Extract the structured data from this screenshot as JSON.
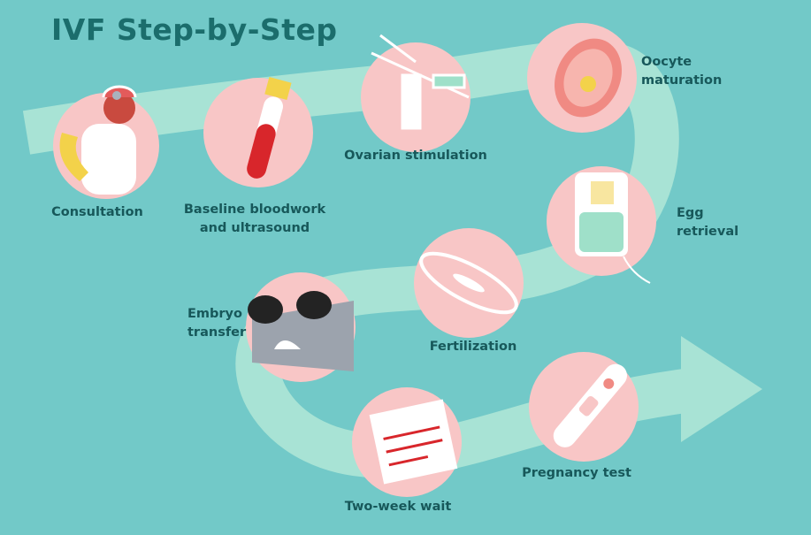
{
  "title": "IVF Step-by-Step",
  "colors": {
    "background": "#72c9c8",
    "path": "#a8e3d5",
    "circle": "#f8c6c6",
    "title": "#1b6d6c",
    "label": "#17585a"
  },
  "steps": [
    {
      "label": "Consultation",
      "icon": "doctor-phone-icon"
    },
    {
      "label_line1": "Baseline bloodwork",
      "label_line2": "and ultrasound",
      "icon": "blood-tube-icon"
    },
    {
      "label": "Ovarian stimulation",
      "icon": "syringe-icon"
    },
    {
      "label_line1": "Oocyte",
      "label_line2": "maturation",
      "icon": "oocyte-icon"
    },
    {
      "label_line1": "Egg",
      "label_line2": "retrieval",
      "icon": "iv-bag-icon"
    },
    {
      "label": "Fertilization",
      "icon": "petri-dish-icon"
    },
    {
      "label_line1": "Embryo",
      "label_line2": "transfer",
      "icon": "stirrups-icon"
    },
    {
      "label": "Two-week wait",
      "icon": "calendar-icon"
    },
    {
      "label": "Pregnancy test",
      "icon": "pregnancy-test-icon"
    }
  ]
}
